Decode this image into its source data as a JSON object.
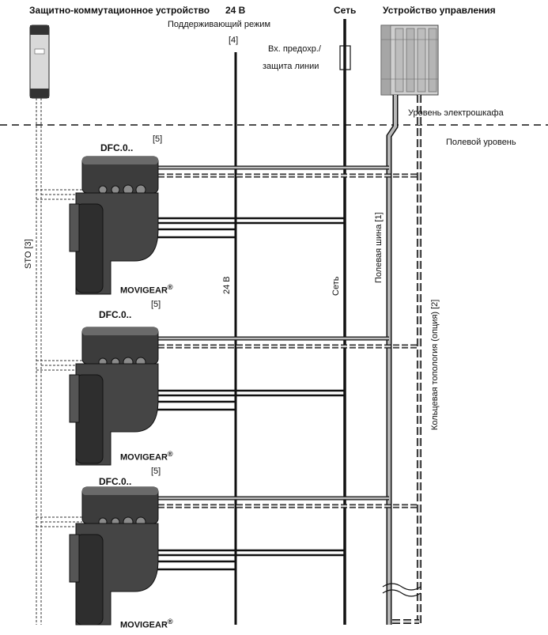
{
  "header": {
    "safety_device": "Защитно-коммутационное устройство",
    "v24": "24 В",
    "network": "Сеть",
    "controller": "Устройство управления"
  },
  "labels": {
    "support_mode": "Поддерживающий режим",
    "ref4": "[4]",
    "fuse_line1": "Вх. предохр./",
    "fuse_line2": "защита линии",
    "cabinet_level": "Уровень электрошкафа",
    "field_level": "Полевой уровень",
    "sto": "STO [3]",
    "v24_vertical": "24 В",
    "network_vertical": "Сеть",
    "fieldbus": "Полевая шина [1]",
    "ring_topology": "Кольцевая топология (опция) [2]"
  },
  "units": [
    {
      "dfc": "DFC.0..",
      "ref": "[5]",
      "brand": "MOVIGEAR",
      "reg": "®"
    },
    {
      "dfc": "DFC.0..",
      "ref": "[5]",
      "brand": "MOVIGEAR",
      "reg": "®"
    },
    {
      "dfc": "DFC.0..",
      "ref": "[5]",
      "brand": "MOVIGEAR",
      "reg": "®"
    }
  ],
  "colors": {
    "line": "#111111",
    "bus_gray": "#b0b0b0",
    "device_dark": "#3c3c3c",
    "device_mid": "#6a6a6a",
    "cabinet_gray": "#c8c8c8"
  }
}
